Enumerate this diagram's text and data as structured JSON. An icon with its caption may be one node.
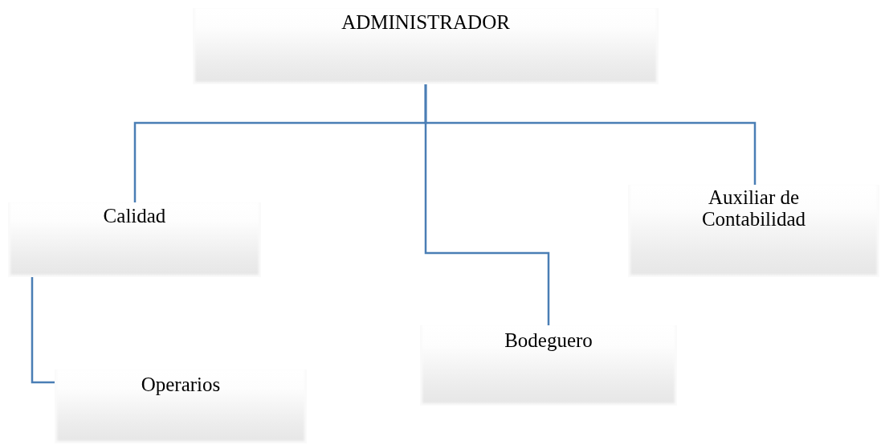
{
  "diagram": {
    "nodes": [
      {
        "text": [
          "ADMINISTRADOR"
        ]
      },
      {
        "text": [
          "Calidad"
        ]
      },
      {
        "text": [
          "Bodeguero"
        ]
      },
      {
        "text": [
          "Auxiliar de Contabilidad"
        ]
      },
      {
        "text": [
          "Operarios"
        ]
      }
    ],
    "edges": [
      {
        "from": 0,
        "to": 1,
        "arrow": "none"
      },
      {
        "from": 0,
        "to": 2,
        "arrow": "none"
      },
      {
        "from": 0,
        "to": 3,
        "arrow": "none"
      },
      {
        "from": 1,
        "to": 4,
        "arrow": "none"
      }
    ]
  }
}
